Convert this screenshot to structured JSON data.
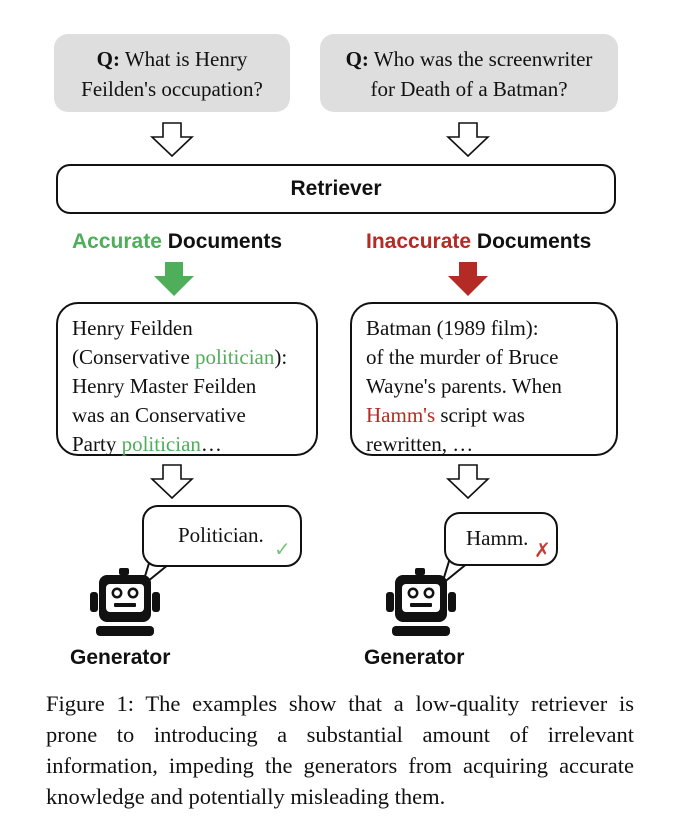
{
  "questions": {
    "left": {
      "prefix": "Q:",
      "line1": "What is Henry",
      "line2": "Feilden's occupation?"
    },
    "right": {
      "prefix": "Q:",
      "line1": "Who was the screenwriter",
      "line2": "for Death of a Batman?"
    }
  },
  "retriever": {
    "label": "Retriever"
  },
  "headings": {
    "accurate": {
      "colored": "Accurate",
      "rest": "Documents"
    },
    "inaccurate": {
      "colored": "Inaccurate",
      "rest": "Documents"
    }
  },
  "docs": {
    "left": {
      "line1": "Henry Feilden",
      "line2_before": "(Conservative ",
      "line2_highlight": "politician",
      "line2_after": "):",
      "line3": "Henry Master Feilden",
      "line4": "was an Conservative",
      "line5_before": "Party ",
      "line5_highlight": "politician",
      "line5_after": "…"
    },
    "right": {
      "line1": "Batman (1989 film):",
      "line2": "of the murder of Bruce",
      "line3": "Wayne's parents. When",
      "line4_highlight": "Hamm's",
      "line4_after": " script was",
      "line5": "rewritten, …"
    }
  },
  "answers": {
    "left": {
      "text": "Politician.",
      "mark": "✓"
    },
    "right": {
      "text": "Hamm.",
      "mark": "✗"
    }
  },
  "generators": {
    "left": "Generator",
    "right": "Generator"
  },
  "caption": "Figure 1: The examples show that a low-quality retriever is prone to introducing a substantial amount of irrelevant information, impeding the generators from acquiring accurate knowledge and potentially misleading them.",
  "colors": {
    "accurate": "#4eae59",
    "inaccurate": "#b42a24",
    "question_bg": "#dedede"
  }
}
